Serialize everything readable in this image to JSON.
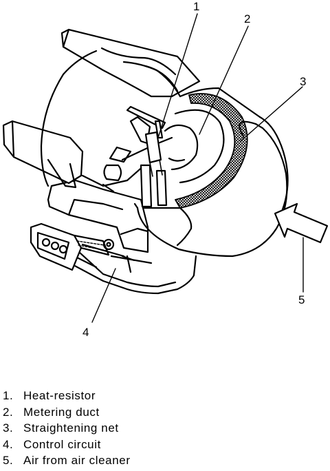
{
  "callouts": [
    "1",
    "2",
    "3",
    "4",
    "5"
  ],
  "legend": [
    {
      "num": "1.",
      "text": "Heat-resistor"
    },
    {
      "num": "2.",
      "text": "Metering duct"
    },
    {
      "num": "3.",
      "text": "Straightening net"
    },
    {
      "num": "4.",
      "text": "Control circuit"
    },
    {
      "num": "5.",
      "text": "Air from air cleaner"
    }
  ],
  "colors": {
    "ink": "#000000",
    "paper": "#ffffff"
  }
}
